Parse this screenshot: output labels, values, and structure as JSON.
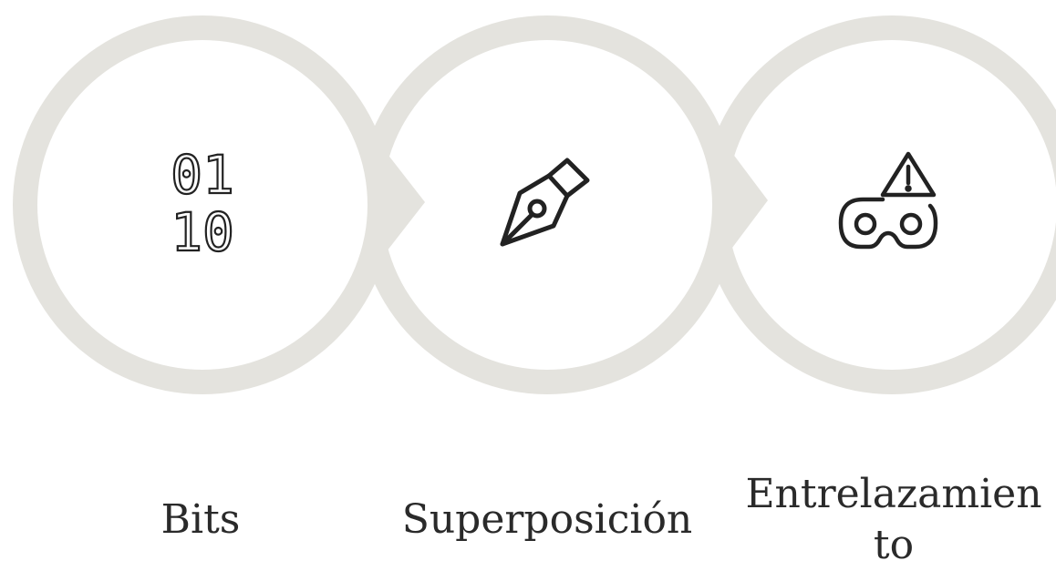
{
  "colors": {
    "circle_fill": "#e4e3de",
    "circle_inner": "#ffffff",
    "icon_stroke": "#222222",
    "text": "#2a2a2a"
  },
  "steps": [
    {
      "label": "Bits",
      "icon": "binary-icon",
      "icon_text_top": "01",
      "icon_text_bottom": "10"
    },
    {
      "label": "Superposición",
      "icon": "pen-nib-icon"
    },
    {
      "label_line1": "Entrelazamien",
      "label_line2": "to",
      "icon": "vr-headset-warning-icon"
    }
  ]
}
